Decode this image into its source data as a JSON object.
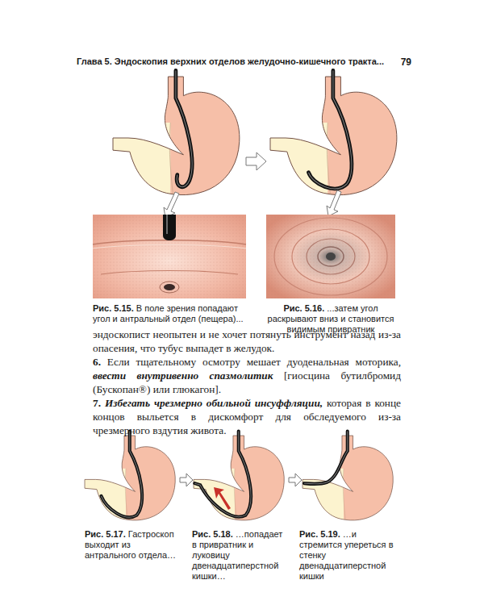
{
  "diagram": {
    "labels": [
      "Глава 5. Эндоскопия верхних отделов желудочно-кишечного тракта...",
      "79",
      "Рис. 5.15.",
      "В поле зрения попадают угол и антральный отдел (пещера)...",
      "Рис. 5.16.",
      "...затем угол раскрывают вниз и становится видимым привратник",
      "эндоскопист неопытен и не хочет потянуть инструмент назад из-за опасения, что тубус выпадет в желудок.",
      "6.",
      "Если тщательному осмотру мешает дуоденальная моторика,",
      "ввести внутривенно спазмолитик",
      "[гиосцина бутилбромид (Бускопан®) или глюкагон].",
      "7.",
      "Избегать чрезмерно обильной инсуффляции,",
      "которая в конце концов выльется в дискомфорт для обследуемого из-за чрезмерного вздутия живота.",
      "Рис. 5.17.",
      "Гастроскоп выходит из антрального отдела…",
      "Рис. 5.18.",
      "…попадает в привратник и луковицу двенадцатиперстной кишки…",
      "Рис. 5.19.",
      "…и стремится упереться в стенку двенадцатиперстной кишки"
    ]
  }
}
